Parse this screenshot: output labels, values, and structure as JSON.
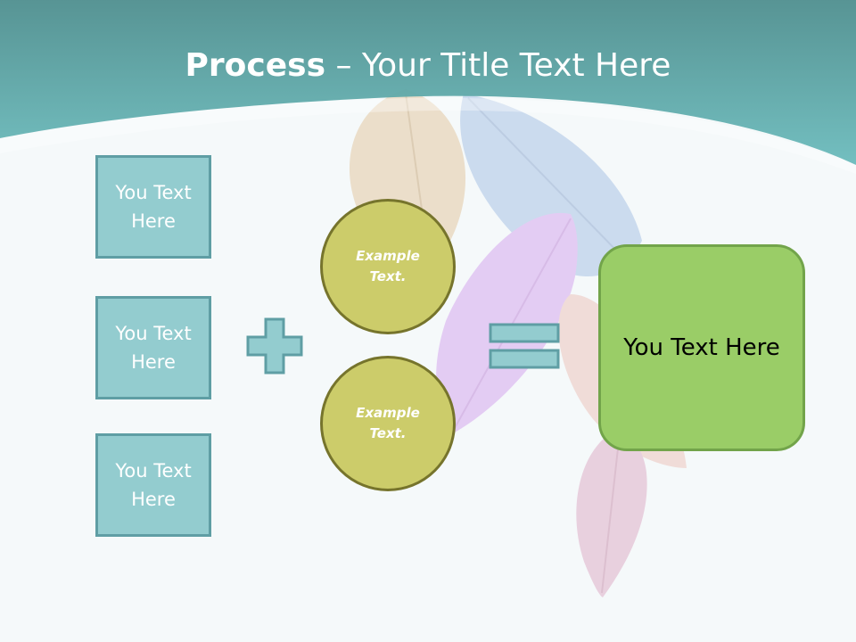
{
  "title": {
    "bold": "Process",
    "rest": " – Your Title Text Here"
  },
  "inputs": [
    {
      "label": "You Text Here"
    },
    {
      "label": "You Text Here"
    },
    {
      "label": "You Text Here"
    }
  ],
  "operators": {
    "plus": "plus-icon",
    "equals": "equals-icon"
  },
  "examples": [
    {
      "label": "Example Text."
    },
    {
      "label": "Example Text."
    }
  ],
  "result": {
    "label": "You Text Here"
  },
  "colors": {
    "header_teal": "#5aa9ad",
    "box_fill": "#93cccf",
    "box_border": "#5f9ea4",
    "circle_fill": "#cccc6a",
    "circle_border": "#76742c",
    "result_fill": "#9acd67",
    "result_border": "#72a44a"
  }
}
